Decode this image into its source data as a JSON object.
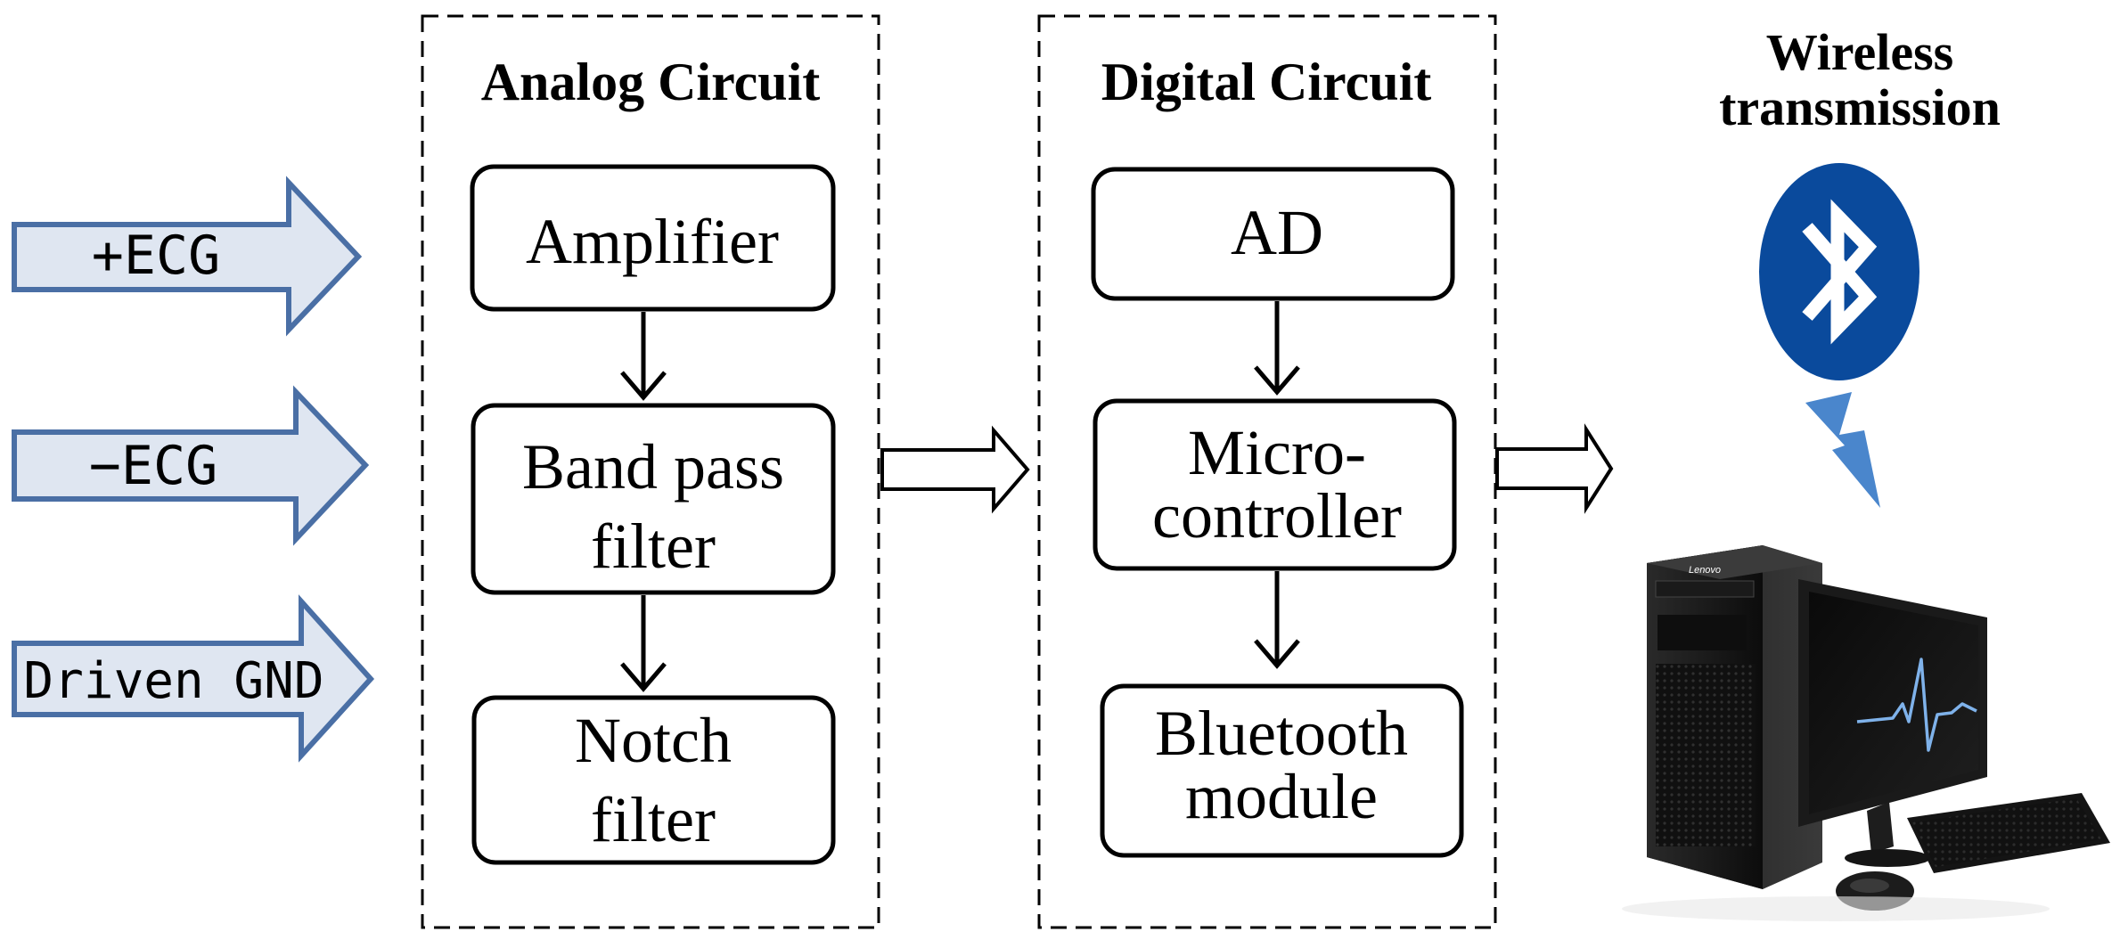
{
  "inputs": [
    {
      "label": "+ECG"
    },
    {
      "label": "−ECG"
    },
    {
      "label": "Driven GND"
    }
  ],
  "analog": {
    "title": "Analog Circuit",
    "blocks": [
      {
        "lines": [
          "Amplifier"
        ]
      },
      {
        "lines": [
          "Band pass",
          "filter"
        ]
      },
      {
        "lines": [
          "Notch",
          "filter"
        ]
      }
    ]
  },
  "digital": {
    "title": "Digital Circuit",
    "blocks": [
      {
        "lines": [
          "AD"
        ]
      },
      {
        "lines": [
          "Micro-",
          "controller"
        ]
      },
      {
        "lines": [
          "Bluetooth",
          "module"
        ]
      }
    ]
  },
  "wireless": {
    "title_lines": [
      "Wireless",
      "transmission"
    ],
    "icon": "bluetooth-icon"
  },
  "computer": {
    "icon": "desktop-computer-icon",
    "brand": "Lenovo"
  },
  "colors": {
    "input_arrow_fill": "#dfe6f1",
    "input_arrow_stroke": "#4a6fa5",
    "bluetooth_blue": "#0a4a9c",
    "lightning_blue": "#4a86cc",
    "ecg_trace": "#7fb2ea",
    "brand_red": "#c0111a"
  }
}
